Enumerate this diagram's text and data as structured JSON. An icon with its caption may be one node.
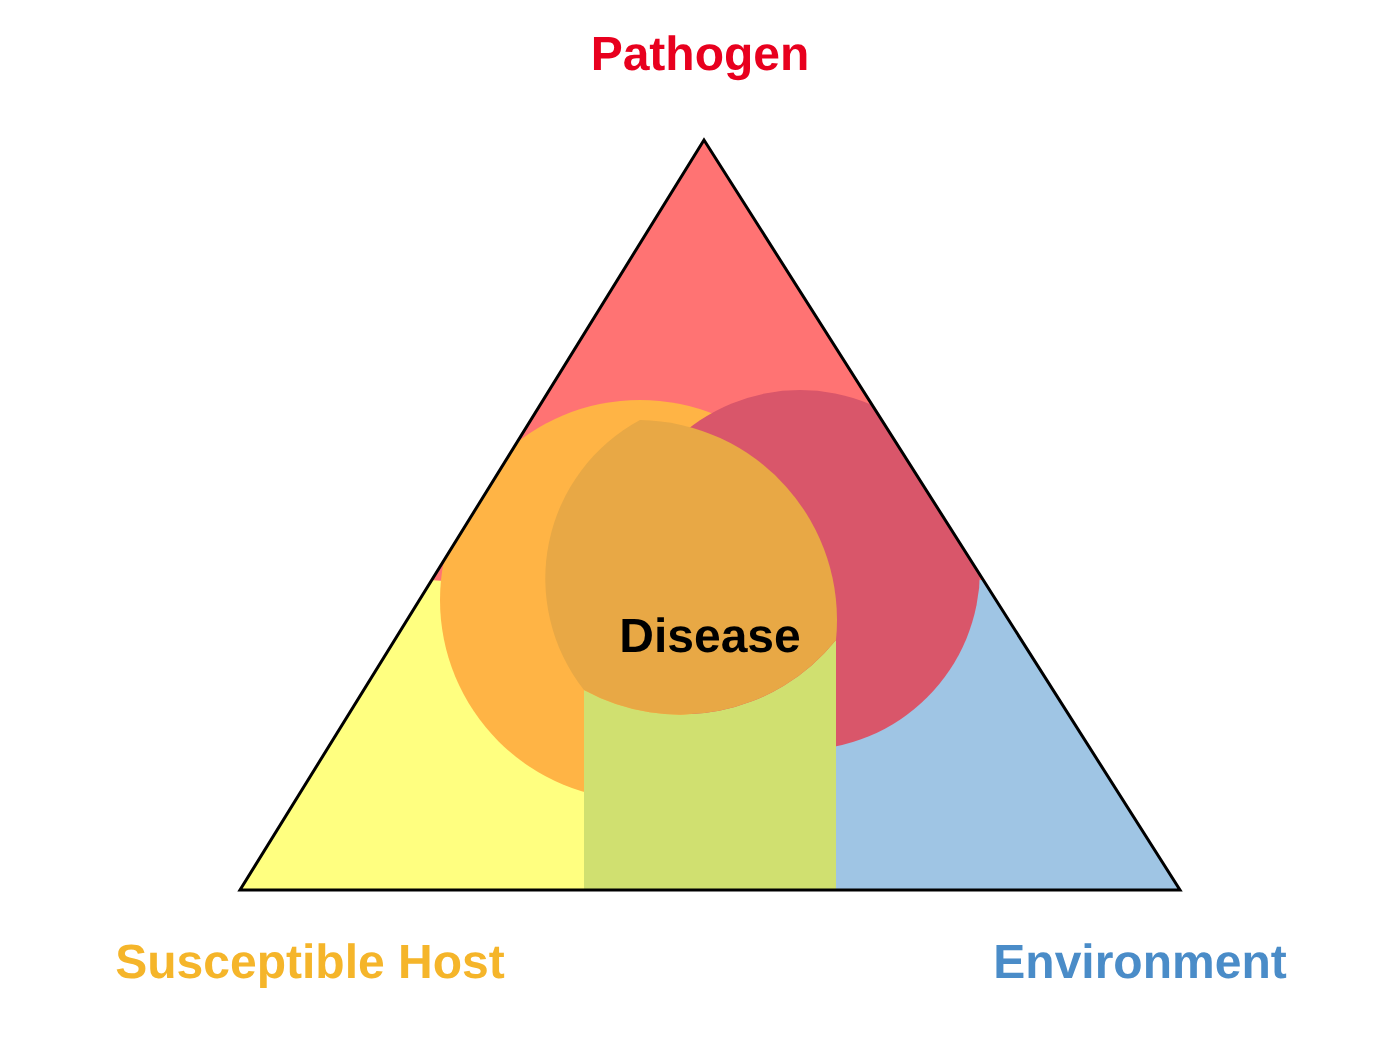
{
  "diagram": {
    "nodes": [
      {
        "text": [
          "Pathogen"
        ]
      },
      {
        "text": [
          "Susceptible Host"
        ]
      },
      {
        "text": [
          "Environment"
        ]
      },
      {
        "text": [
          "Disease"
        ]
      }
    ]
  }
}
